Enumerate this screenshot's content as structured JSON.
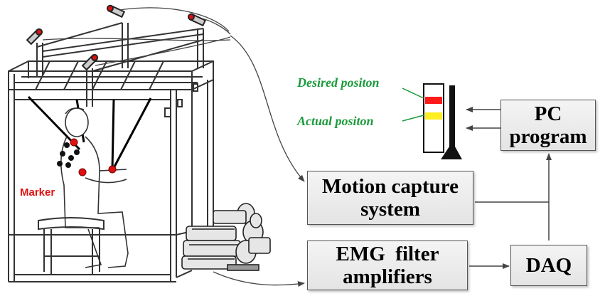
{
  "labels": {
    "marker": "Marker",
    "desired": "Desired positon",
    "actual": "Actual positon"
  },
  "boxes": {
    "pc": [
      "PC",
      "program"
    ],
    "motion": [
      "Motion capture",
      "system"
    ],
    "emg": [
      "EMG  filter",
      "amplifiers"
    ],
    "daq": "DAQ"
  },
  "colors": {
    "marker": "#e01010",
    "label_green": "#1a9a3a",
    "desired_bar": "#ff1a1a",
    "actual_bar": "#ffee22"
  }
}
